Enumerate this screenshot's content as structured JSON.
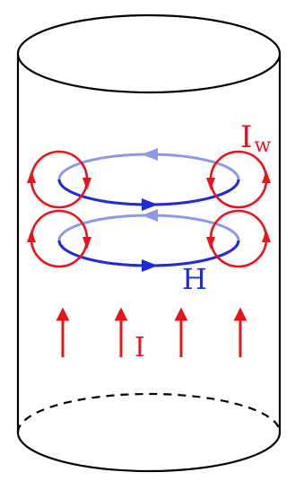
{
  "labels": {
    "wall_current": "I",
    "wall_current_sub": "w",
    "magnetic_field": "H",
    "axial_current": "I"
  },
  "colors": {
    "outline": "#000000",
    "current": "#e8141c",
    "field": "#1f2bd6",
    "field_faded": "#8f98e6"
  }
}
